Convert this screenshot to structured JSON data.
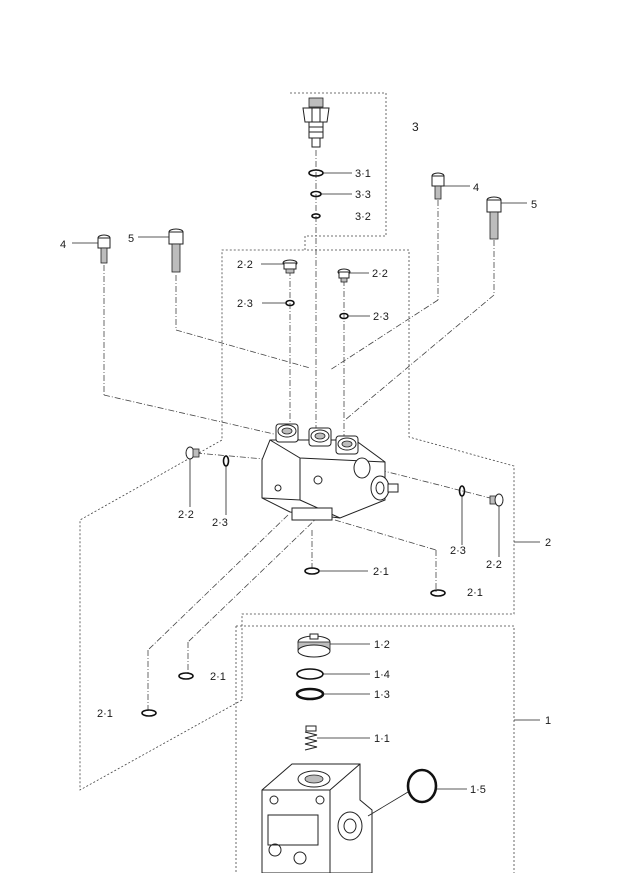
{
  "callouts": {
    "c3": "3",
    "c3_1": "3·1",
    "c3_3": "3·3",
    "c3_2": "3·2",
    "c4_right": "4",
    "c5_right": "5",
    "c4_left": "4",
    "c5_left": "5",
    "c2_2_topleft": "2·2",
    "c2_2_topright": "2·2",
    "c2_3_topleft": "2·3",
    "c2_3_topright": "2·3",
    "c2_2_midleft": "2·2",
    "c2_3_midleft": "2·3",
    "c2_3_midright": "2·3",
    "c2_2_midright": "2·2",
    "c2": "2",
    "c2_1_center": "2·1",
    "c2_1_right": "2·1",
    "c2_1_lowcenter": "2·1",
    "c2_1_lowleft": "2·1",
    "c1_2": "1·2",
    "c1_4": "1·4",
    "c1_3": "1·3",
    "c1_1": "1·1",
    "c1_5": "1·5",
    "c1": "1"
  }
}
